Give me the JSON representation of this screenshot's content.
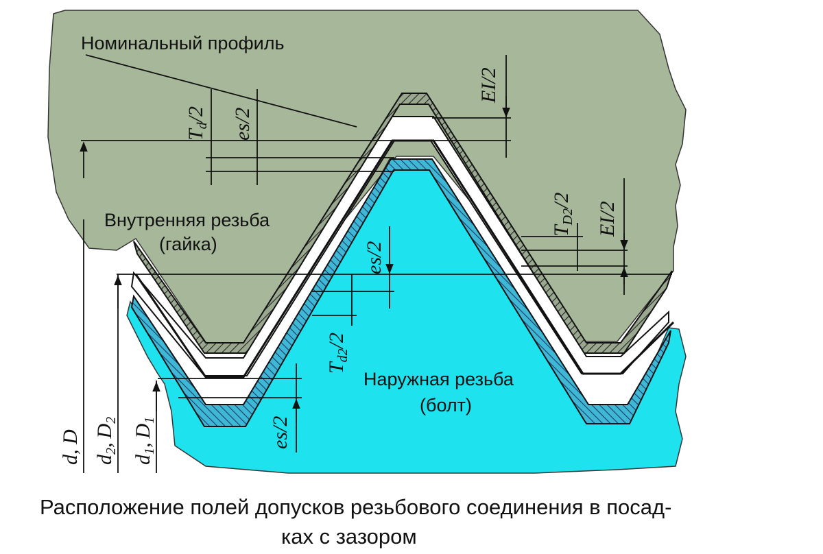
{
  "labels": {
    "nominal_profile": "Номинальный профиль",
    "internal_thread": "Внутренняя резьба",
    "nut": "(гайка)",
    "external_thread": "Наружная резьба",
    "bolt": "(болт)"
  },
  "dimensions": {
    "EI_half": "EI/2",
    "es_half": "es/2",
    "T": "T",
    "over_2": "/2",
    "d_sub": "d",
    "d2_sub": "d2",
    "D2_sub": "D2",
    "d_D": "d, D",
    "d": "d",
    "D": "D",
    "sub_1": "1",
    "sub_2": "2",
    "comma": ","
  },
  "caption": {
    "line1": "Расположение полей допусков резьбового соединения в посад-",
    "line2": "ках с зазором"
  },
  "colors": {
    "nut_fill": "#a7b89a",
    "bolt_fill": "#1fe2ef",
    "line": "#111111",
    "hatch": "#333333"
  }
}
